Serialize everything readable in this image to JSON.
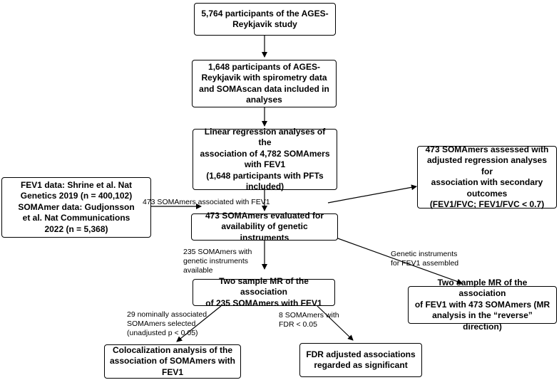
{
  "boxes": {
    "participants": "5,764 participants of the AGES-\nReykjavik study",
    "included": "1,648 participants of AGES-\nReykjavik with spirometry data\nand SOMAscan data included in\nanalyses",
    "regression": "Linear regression analyses of the\nassociation of 4,782 SOMAmers\nwith FEV1\n(1,648 participants with PFTs\nincluded)",
    "evaluated": "473 SOMAmers evaluated for\navailability of genetic instruments",
    "sources": "FEV1 data:  Shrine et al. Nat\nGenetics 2019 (n = 400,102)\nSOMAmer data: Gudjonsson\net al. Nat Communications\n2022 (n = 5,368)",
    "secondary": "473 SOMAmers assessed with\nadjusted regression analyses for\nassociation with secondary\noutcomes\n(FEV1/FVC; FEV1/FVC < 0.7)",
    "mr_forward": "Two sample MR of the association\nof 235 SOMAmers with FEV1",
    "mr_reverse": "Two sample MR of the association\nof FEV1 with 473 SOMAmers (MR\nanalysis in the “reverse” direction)",
    "colocalization": "Colocalization analysis of the\nassociation of SOMAmers with\nFEV1",
    "fdr": "FDR adjusted associations\nregarded as significant"
  },
  "labels": {
    "assoc473": "473 SOMAmers associated with FEV1",
    "instr235": "235 SOMAmers with\ngenetic instruments\navailable",
    "instrFEV1": "Genetic instruments\nfor FEV1 assembled",
    "nominal29": "29 nominally associated\nSOMAmers selected\n(unadjusted p < 0.05)",
    "fdr8": "8 SOMAmers with\nFDR < 0.05"
  }
}
